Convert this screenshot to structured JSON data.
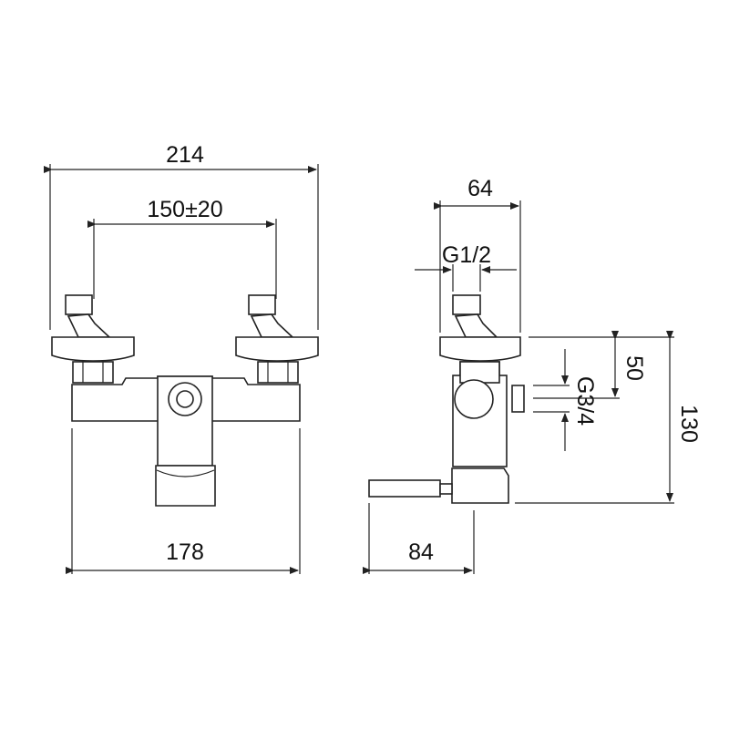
{
  "front_view": {
    "overall_width": "214",
    "inlet_spacing": "150±20",
    "body_width": "178"
  },
  "side_view": {
    "depth": "64",
    "inlet_thread": "G1/2",
    "outlet_height": "50",
    "outlet_thread": "G3/4",
    "total_height": "130",
    "lever_projection": "84"
  },
  "colors": {
    "line": "#222222",
    "background": "#ffffff"
  }
}
